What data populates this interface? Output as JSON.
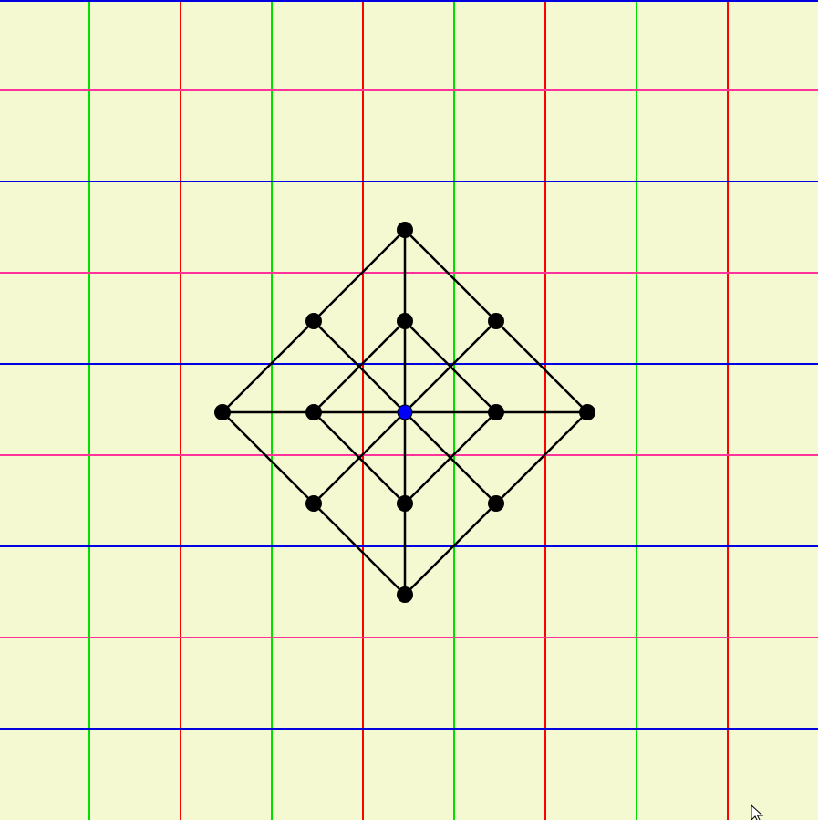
{
  "colors": {
    "background": "#f5f9d2",
    "grid_vertical_major": "#ff0000",
    "grid_vertical_minor": "#00e000",
    "grid_horizontal_major": "#0000e0",
    "grid_horizontal_minor": "#ff3399",
    "lines": "#000000",
    "node": "#000000",
    "node_selected": "#0000ff"
  },
  "board": {
    "grid_unit": 100,
    "nodes": [
      {
        "id": "top",
        "gx": 0,
        "gy": -4
      },
      {
        "id": "upper-left",
        "gx": -2,
        "gy": -2
      },
      {
        "id": "upper-center",
        "gx": 0,
        "gy": -2
      },
      {
        "id": "upper-right",
        "gx": 2,
        "gy": -2
      },
      {
        "id": "far-left",
        "gx": -4,
        "gy": 0
      },
      {
        "id": "inner-left",
        "gx": -2,
        "gy": 0
      },
      {
        "id": "center",
        "gx": 0,
        "gy": 0,
        "selected": true
      },
      {
        "id": "inner-right",
        "gx": 2,
        "gy": 0
      },
      {
        "id": "far-right",
        "gx": 4,
        "gy": 0
      },
      {
        "id": "lower-left",
        "gx": -2,
        "gy": 2
      },
      {
        "id": "lower-center",
        "gx": 0,
        "gy": 2
      },
      {
        "id": "lower-right",
        "gx": 2,
        "gy": 2
      },
      {
        "id": "bottom",
        "gx": 0,
        "gy": 4
      }
    ],
    "edges": [
      [
        "top",
        "far-right"
      ],
      [
        "far-right",
        "bottom"
      ],
      [
        "bottom",
        "far-left"
      ],
      [
        "far-left",
        "top"
      ],
      [
        "upper-center",
        "inner-right"
      ],
      [
        "inner-right",
        "lower-center"
      ],
      [
        "lower-center",
        "inner-left"
      ],
      [
        "inner-left",
        "upper-center"
      ],
      [
        "top",
        "bottom"
      ],
      [
        "far-left",
        "far-right"
      ],
      [
        "upper-left",
        "lower-right"
      ],
      [
        "upper-right",
        "lower-left"
      ]
    ]
  },
  "cursor_icon": "mouse-pointer-icon"
}
